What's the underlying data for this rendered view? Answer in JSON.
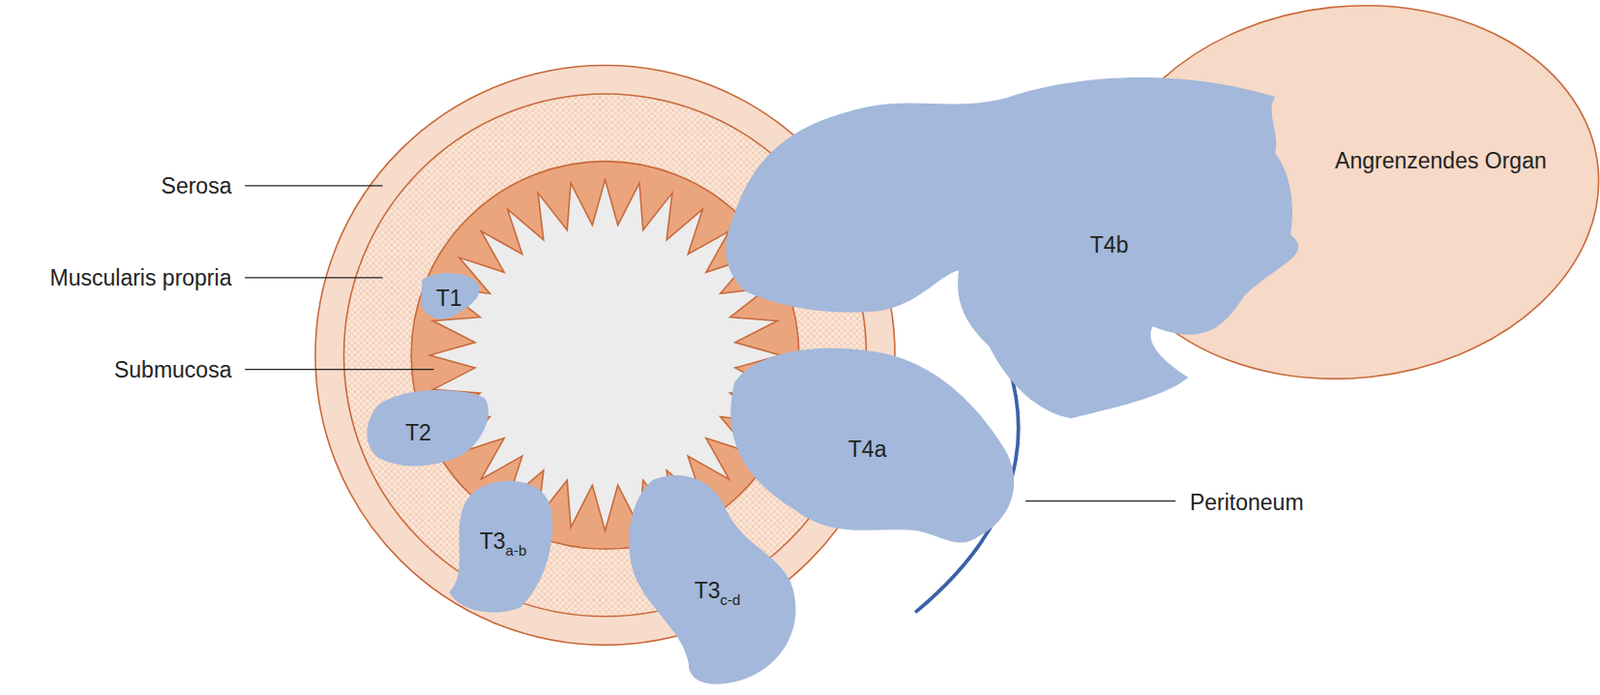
{
  "diagram": {
    "nodes": [
      {
        "text": [
          "Angrenzendes Organ"
        ]
      },
      {
        "text": [
          "T4b"
        ]
      },
      {
        "text": [
          "T1"
        ]
      },
      {
        "text": [
          "T4a"
        ]
      },
      {
        "text": [
          "T2"
        ]
      },
      {
        "text": [
          "T3",
          "a-b"
        ]
      },
      {
        "text": [
          "T3",
          "c-d"
        ]
      }
    ],
    "labels": [
      "Serosa",
      "Muscularis propria",
      "Submucosa",
      "Peritoneum"
    ]
  }
}
